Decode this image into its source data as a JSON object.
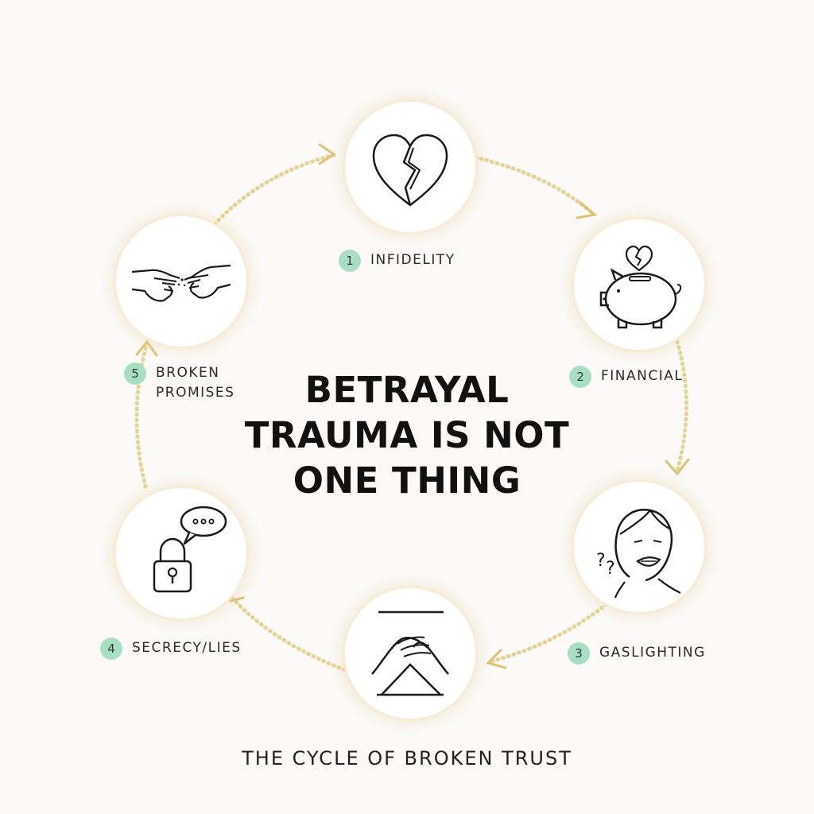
{
  "title": "BETRAYAL\nTRAUMA IS NOT\nONE THING",
  "caption": "THE CYCLE OF BROKEN TRUST",
  "colors": {
    "badge": "#a8dfc3",
    "arrow": "#e2cd8a",
    "glow": "#f3e4c4",
    "ink": "#1a1a1a"
  },
  "steps": [
    {
      "number": "1",
      "label": "INFIDELITY",
      "icon": "broken-heart-icon"
    },
    {
      "number": "2",
      "label": "FINANCIAL",
      "icon": "piggy-bank-broken-heart-icon"
    },
    {
      "number": "3",
      "label": "GASLIGHTING",
      "icon": "confused-face-icon"
    },
    {
      "number": "4",
      "label": "SECRECY/LIES",
      "icon": "padlock-speech-bubble-icon"
    },
    {
      "number": "5",
      "label": "BROKEN\nPROMISES",
      "icon": "separating-hands-icon"
    }
  ],
  "center_icon": "clasped-hands-icon"
}
